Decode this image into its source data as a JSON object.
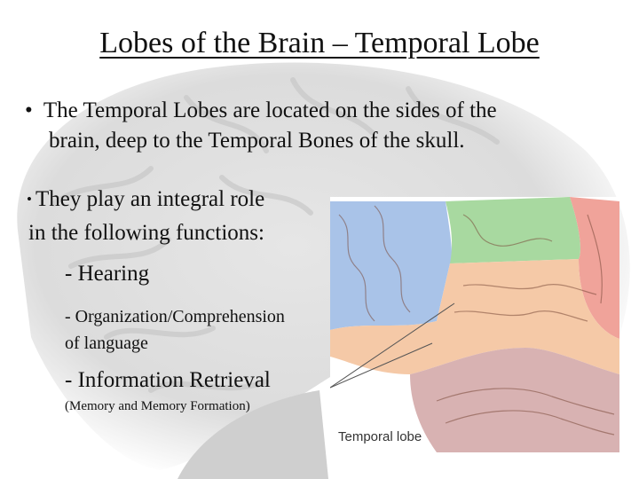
{
  "slide": {
    "title": "Lobes of the Brain – Temporal Lobe",
    "bullet1_marker": "•",
    "bullet1_line1": "The Temporal Lobes are located on the sides of the",
    "bullet1_line2": "brain, deep to the Temporal Bones of the skull.",
    "bullet2_marker": "•",
    "bullet2_line1": "They play an integral role",
    "bullet2_line2": "in the following functions:",
    "function1": "- Hearing",
    "function2_line1": "- Organization/Comprehension",
    "function2_line2": "of language",
    "function3": "- Information Retrieval",
    "function3_note": "(Memory and Memory Formation)"
  },
  "image": {
    "label": "Temporal lobe",
    "lobe_colors": {
      "frontal": "#a9c3e8",
      "parietal": "#a8d9a0",
      "occipital": "#f0a39a",
      "temporal": "#f5c9a7",
      "cerebellum": "#d8b2b2"
    }
  },
  "background": {
    "color": "#ffffff",
    "watermark_color": "#d9d9d9"
  }
}
